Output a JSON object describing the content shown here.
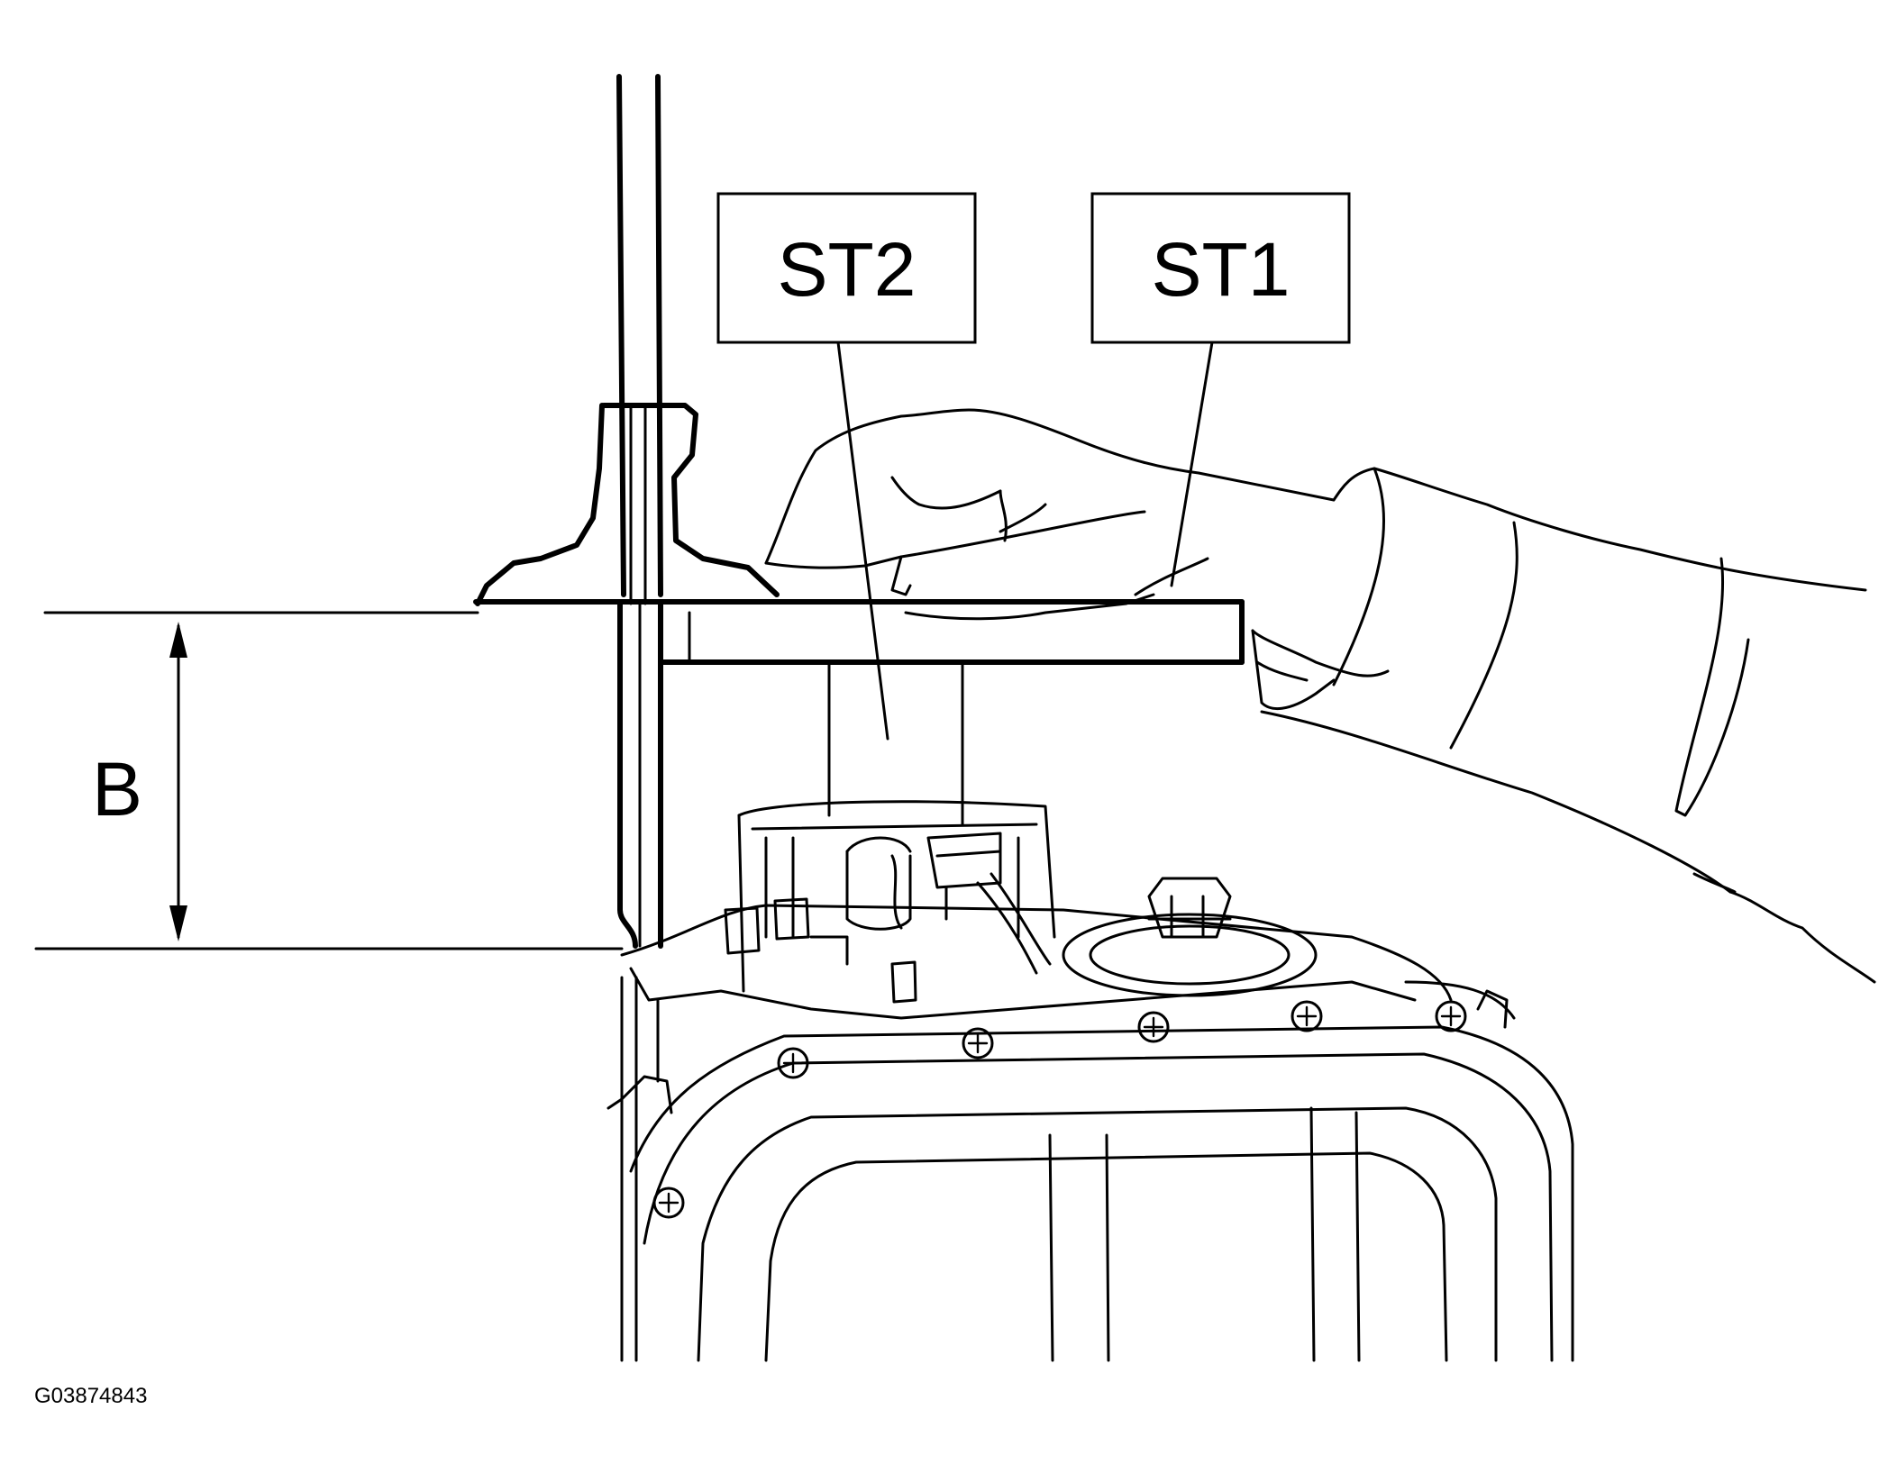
{
  "callouts": {
    "st2": "ST2",
    "st1": "ST1",
    "dimension": "B"
  },
  "figure_code": "G03874843"
}
